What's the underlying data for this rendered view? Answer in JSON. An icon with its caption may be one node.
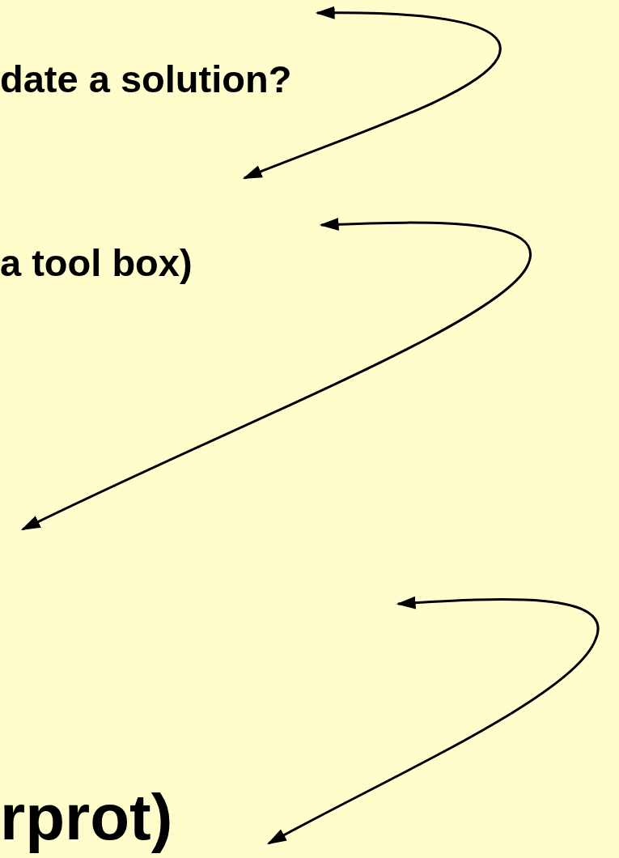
{
  "diagram": {
    "labels": [
      "date a solution?",
      "a tool box)",
      "rprot)"
    ]
  }
}
